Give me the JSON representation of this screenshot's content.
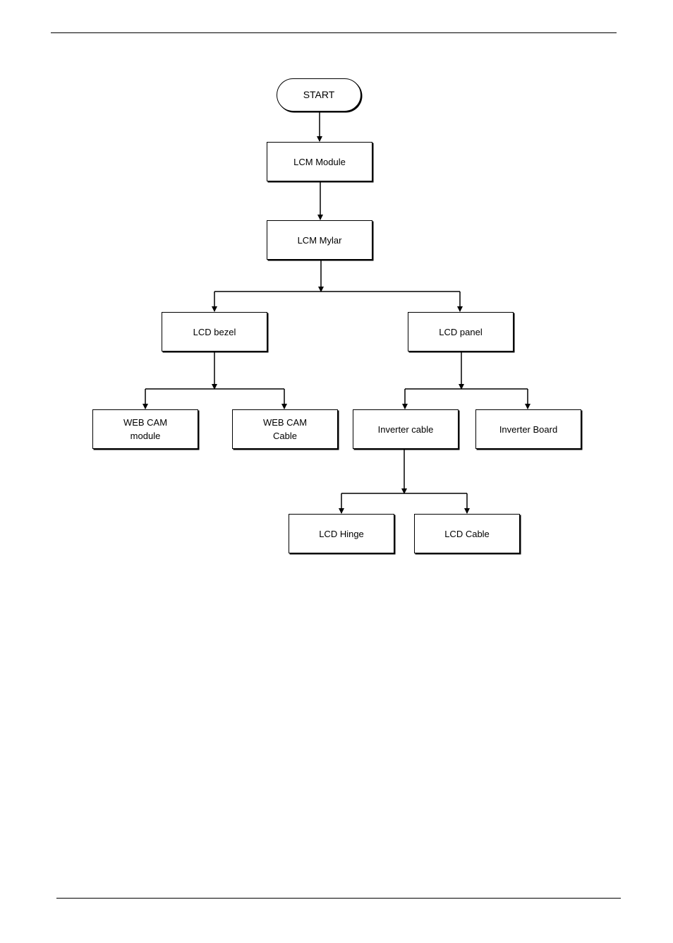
{
  "flowchart": {
    "start": "START",
    "lcm_module": "LCM Module",
    "lcm_mylar": "LCM Mylar",
    "lcd_bezel": "LCD bezel",
    "lcd_panel": "LCD panel",
    "webcam_module": [
      "WEB CAM",
      "module"
    ],
    "webcam_cable": [
      "WEB CAM",
      "Cable"
    ],
    "inverter_cable": "Inverter cable",
    "inverter_board": "Inverter Board",
    "lcd_hinge": "LCD Hinge",
    "lcd_cable": "LCD Cable"
  }
}
